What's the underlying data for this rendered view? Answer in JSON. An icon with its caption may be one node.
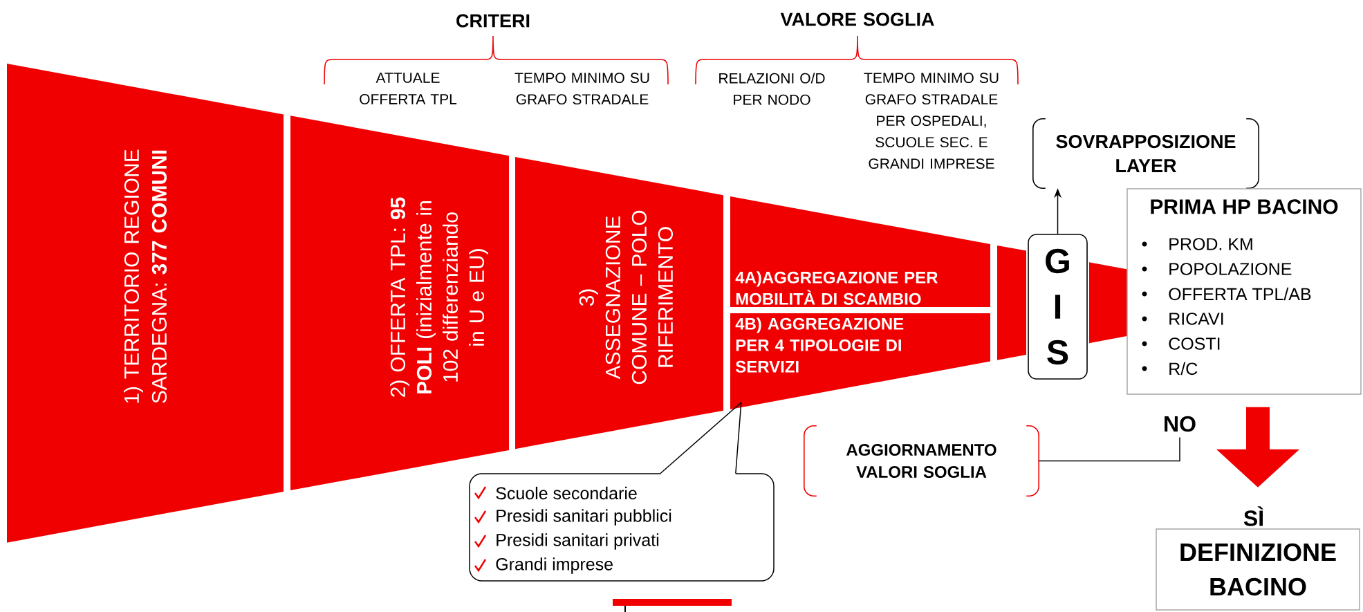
{
  "diagram": {
    "nodes": [
      {
        "text": [
          "1) TERRITORIO REGIONE SARDEGNA: **377 COMUNI**"
        ]
      },
      {
        "text": [
          "2) OFFERTA TPL: **95 POLI** (inizialmente in 102 differenziando in U e EU)"
        ]
      },
      {
        "text": [
          "3) ASSEGNAZIONE COMUNE – POLO RIFERIMENTO"
        ]
      },
      {
        "text": [
          "4A)AGGREGAZIONE PER MOBILITÀ DI SCAMBIO"
        ]
      },
      {
        "text": [
          "4B) AGGREGAZIONE PER 4 TIPOLOGIE DI SERVIZI"
        ]
      },
      {
        "text": [],
        "shape": "box"
      },
      {
        "text": [
          "Scuole secondarie",
          "Presidi sanitari pubblici",
          "Presidi sanitari privati",
          "Grandi imprese"
        ]
      },
      {
        "text": [
          "SOVRAPPOSIZIONE LAYER"
        ]
      },
      {
        "text": [
          "G I S"
        ]
      },
      {
        "text": [
          "PRIMA HP BACINO",
          "PROD. KM",
          "POPOLAZIONE",
          "OFFERTA TPL/AB",
          "RICAVI",
          "COSTI",
          "R/C"
        ]
      },
      {
        "text": [
          "NO"
        ]
      },
      {
        "text": [
          "AGGIORNAMENTO VALORI SOGLIA"
        ]
      },
      {
        "text": [
          "SÌ",
          "DEFINIZIONE BACINO"
        ]
      },
      {
        "text": [],
        "shape": "box"
      }
    ],
    "edges": [
      {
        "from": 6,
        "to": 4,
        "arrow": "none"
      },
      {
        "from": 8,
        "to": 7,
        "arrow": "to"
      },
      {
        "from": 10,
        "to": 11,
        "arrow": "none"
      },
      {
        "from": 9,
        "to": 12,
        "arrow": "to",
        "style": "thick",
        "color": "#f00000"
      }
    ],
    "labels": [
      "CRITERI",
      "VALORE SOGLIA",
      "ATTUALE OFFERTA TPL",
      "TEMPO MINIMO SU GRAFO STRADALE",
      "RELAZIONI O/D PER NODO",
      "TEMPO MINIMO SU GRAFO STRADALE PER OSPEDALI, SCUOLE SEC. E GRANDI IMPRESE"
    ]
  }
}
